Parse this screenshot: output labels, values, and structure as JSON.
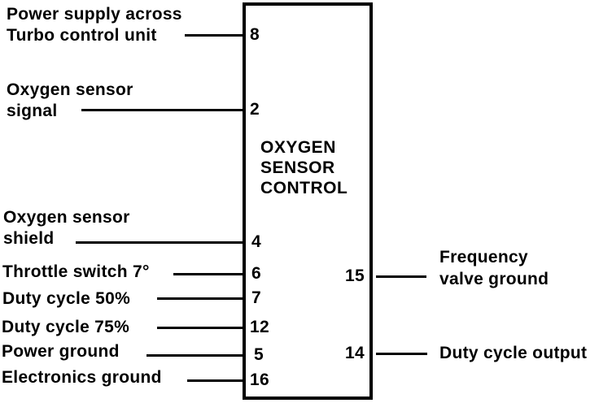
{
  "diagram": {
    "unit": {
      "title_lines": [
        "OXYGEN",
        "SENSOR",
        "CONTROL"
      ]
    },
    "left_pins": [
      {
        "number": "8",
        "label_lines": [
          "Power supply across",
          "Turbo control unit"
        ]
      },
      {
        "number": "2",
        "label_lines": [
          "Oxygen sensor",
          "signal"
        ]
      },
      {
        "number": "4",
        "label_lines": [
          "Oxygen sensor",
          "shield"
        ]
      },
      {
        "number": "6",
        "label_lines": [
          "Throttle switch 7°"
        ]
      },
      {
        "number": "7",
        "label_lines": [
          "Duty cycle 50%"
        ]
      },
      {
        "number": "12",
        "label_lines": [
          "Duty cycle 75%"
        ]
      },
      {
        "number": "5",
        "label_lines": [
          "Power ground"
        ]
      },
      {
        "number": "16",
        "label_lines": [
          "Electronics ground"
        ]
      }
    ],
    "right_pins": [
      {
        "number": "15",
        "label_lines": [
          "Frequency",
          "valve ground"
        ]
      },
      {
        "number": "14",
        "label_lines": [
          "Duty cycle output"
        ]
      }
    ],
    "colors": {
      "ink": "#000000",
      "background": "#ffffff"
    }
  }
}
